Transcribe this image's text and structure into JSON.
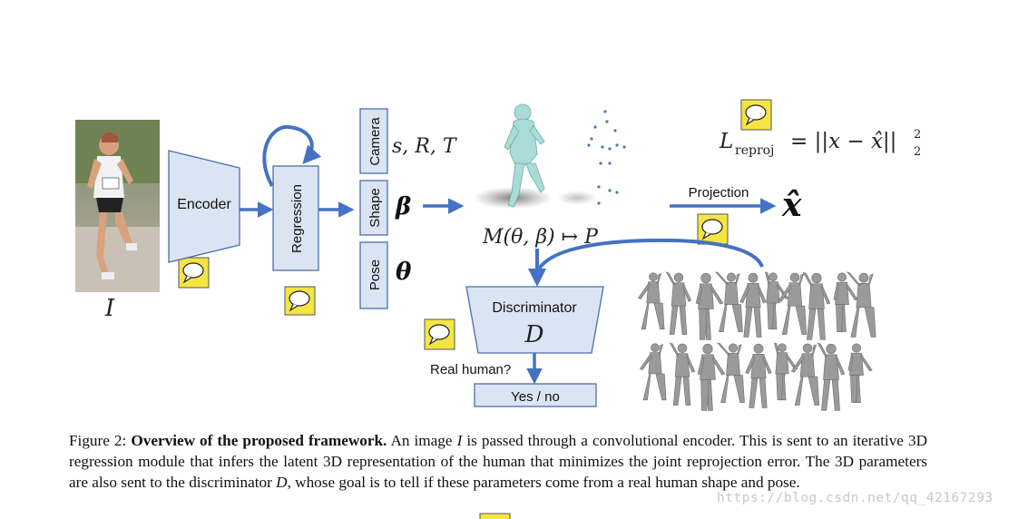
{
  "diagram": {
    "input_symbol": "I",
    "encoder_label": "Encoder",
    "regression_label": "Regression",
    "camera_label": "Camera",
    "shape_label": "Shape",
    "pose_label": "Pose",
    "camera_params": "s, R, T",
    "shape_param": "β",
    "pose_param": "θ",
    "mesh_function": "M(θ, β) ↦ P",
    "projection_label": "Projection",
    "x_hat": "x̂",
    "loss_L": "L",
    "loss_sub": "reproj",
    "loss_rhs": "= ||x − x̂||",
    "loss_sub2": "2",
    "loss_sup2": "2",
    "discriminator_label": "Discriminator",
    "discriminator_symbol": "D",
    "real_human_question": "Real human?",
    "yes_no_label": "Yes / no",
    "colors": {
      "block_fill": "#dbe4f3",
      "block_stroke": "#4a6fae",
      "arrow": "#4472c4",
      "speech_icon_fill": "#f4e542"
    }
  },
  "caption": {
    "figure_label": "Figure 2:",
    "bold_title": "Overview of the proposed framework.",
    "text_a": "An image",
    "sym_I": "I",
    "text_b": "is passed through a convolutional encoder. This is sent to an iterative 3D regression module that infers the latent 3D representation of the human that minimizes the joint reprojection error. The 3D parameters are also sent to the discriminator",
    "sym_D": "D",
    "text_c": ", whose goal is to tell if these parameters come from a real human shape and pose."
  },
  "watermark": "https://blog.csdn.net/qq_42167293"
}
